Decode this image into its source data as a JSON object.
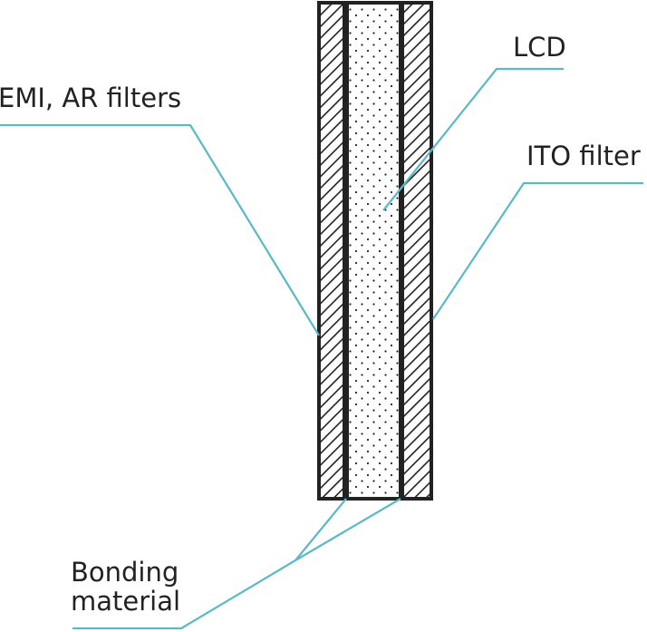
{
  "labels": {
    "emi_ar": "EMI, AR filters",
    "lcd": "LCD",
    "ito": "ITO filter",
    "bonding_line1": "Bonding",
    "bonding_line2": "material"
  },
  "colors": {
    "leader": "#5bb8c9",
    "ink": "#222222",
    "background": "#ffffff"
  }
}
